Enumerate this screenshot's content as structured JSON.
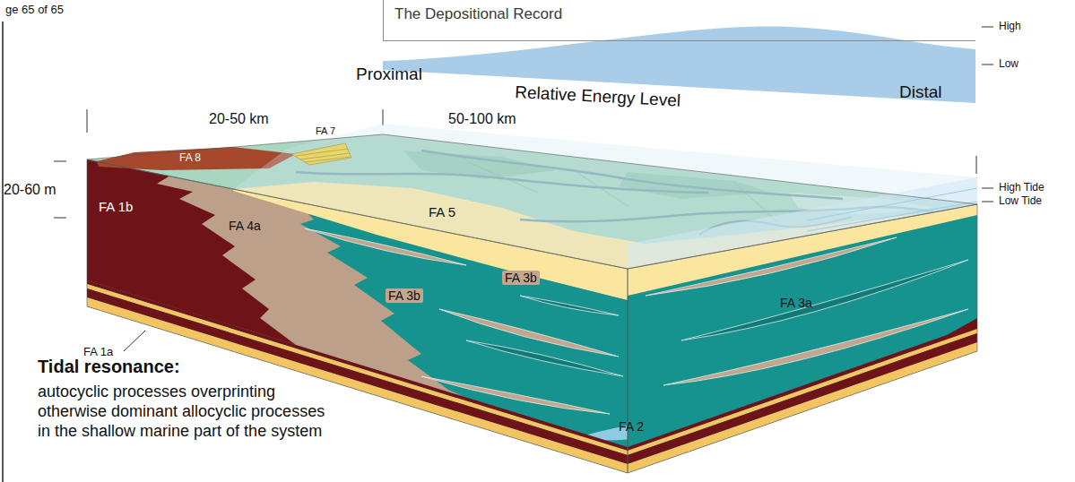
{
  "diagram": {
    "nodes": [
      {
        "text": [
          "The Depositional Record"
        ]
      }
    ],
    "labels": [
      "ge 65 of 65",
      "High",
      "Proximal",
      "Relative Energy Level",
      "Low",
      "Distal",
      "20-50 km",
      "FA 7",
      "50-100 km",
      "FA 8",
      "High Tide",
      "Low Tide",
      "20-60 m",
      "FA 1b",
      "FA 4a",
      "FA 5",
      "FA 3b",
      "FA 3b",
      "FA 3a",
      "FA 1a",
      "Tidal resonance:",
      "autocyclic processes overprinting otherwise dominant allocyclic processes in the shallow marine part of the system",
      "FA 2"
    ]
  }
}
